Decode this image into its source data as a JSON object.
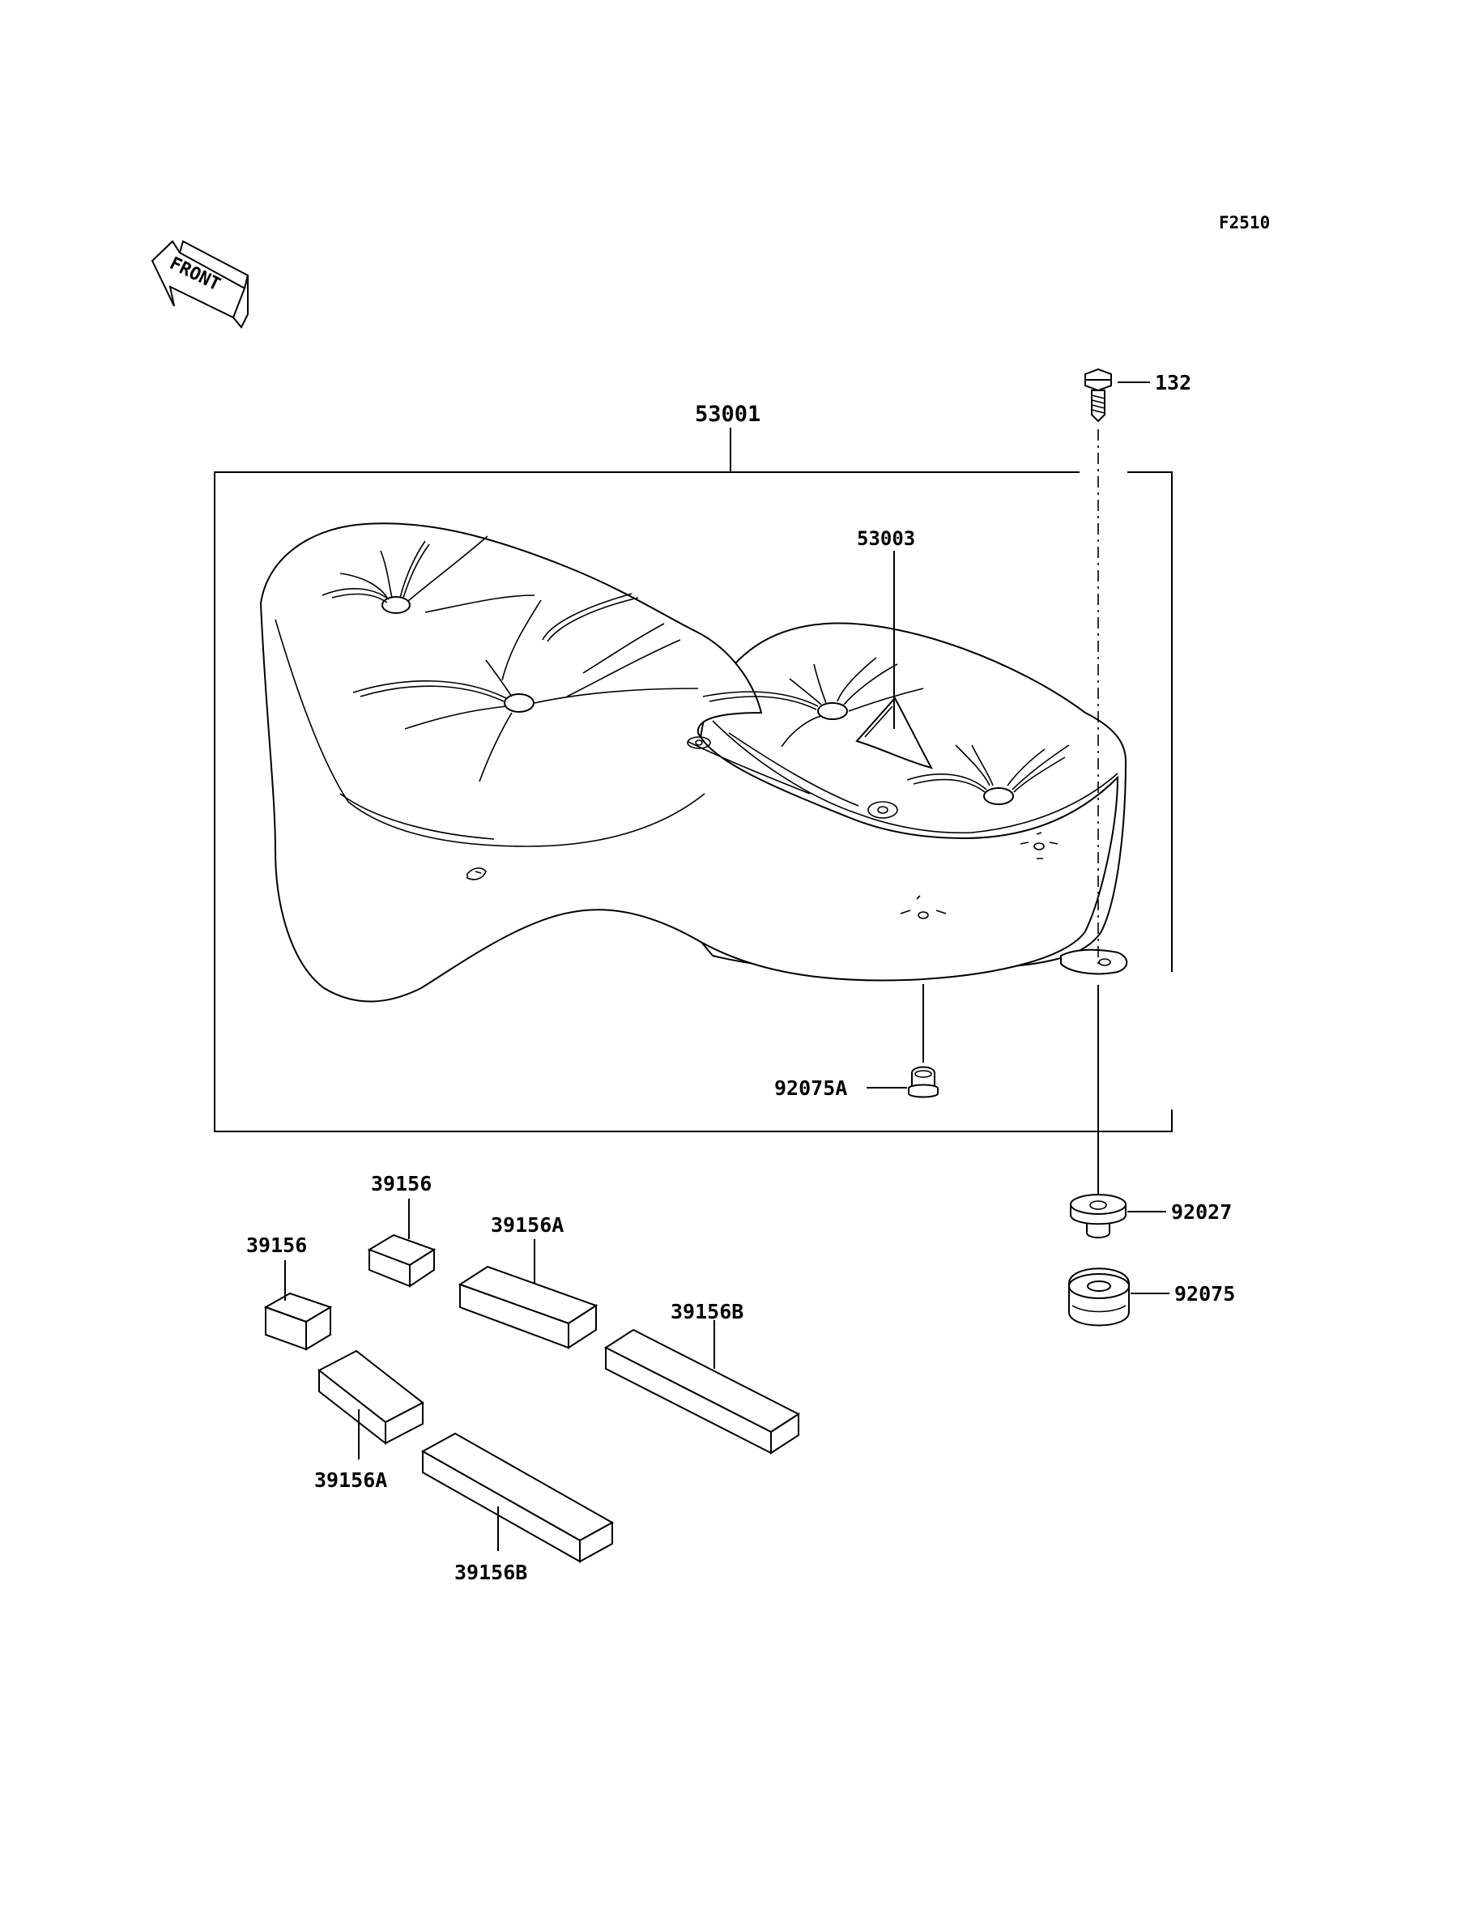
{
  "figure_code": "F2510",
  "direction_label": "FRONT",
  "callouts": {
    "seat_assembly": "53001",
    "label": "53003",
    "bolt": "132",
    "damper_a": "92075A",
    "collar": "92027",
    "damper": "92075",
    "pad_1": "39156",
    "pad_2": "39156",
    "pad_a_1": "39156A",
    "pad_a_2": "39156A",
    "pad_b_1": "39156B",
    "pad_b_2": "39156B"
  }
}
